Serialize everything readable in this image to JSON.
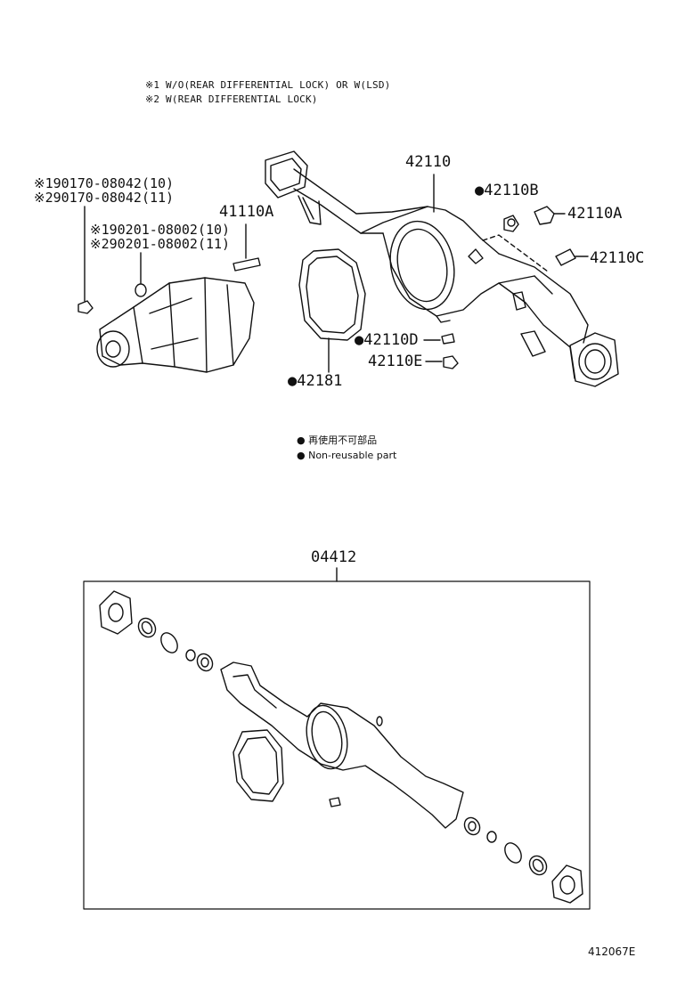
{
  "notes": {
    "line1": "※1 W/O(REAR DIFFERENTIAL LOCK) OR W(LSD)",
    "line2": "※2 W(REAR DIFFERENTIAL LOCK)"
  },
  "callouts": {
    "p42110": "42110",
    "p42110B": "●42110B",
    "p42110A": "42110A",
    "p42110C": "42110C",
    "p41110A": "41110A",
    "p90170_1": "※190170-08042(10)",
    "p90170_2": "※290170-08042(11)",
    "p90201_1": "※190201-08002(10)",
    "p90201_2": "※290201-08002(11)",
    "p42110D": "●42110D",
    "p42110E": "42110E",
    "p42181": "●42181",
    "p04412": "04412"
  },
  "legend": {
    "jp": "● 再使用不可部品",
    "en": "● Non-reusable part"
  },
  "footer": {
    "diagram_id": "412067E"
  }
}
